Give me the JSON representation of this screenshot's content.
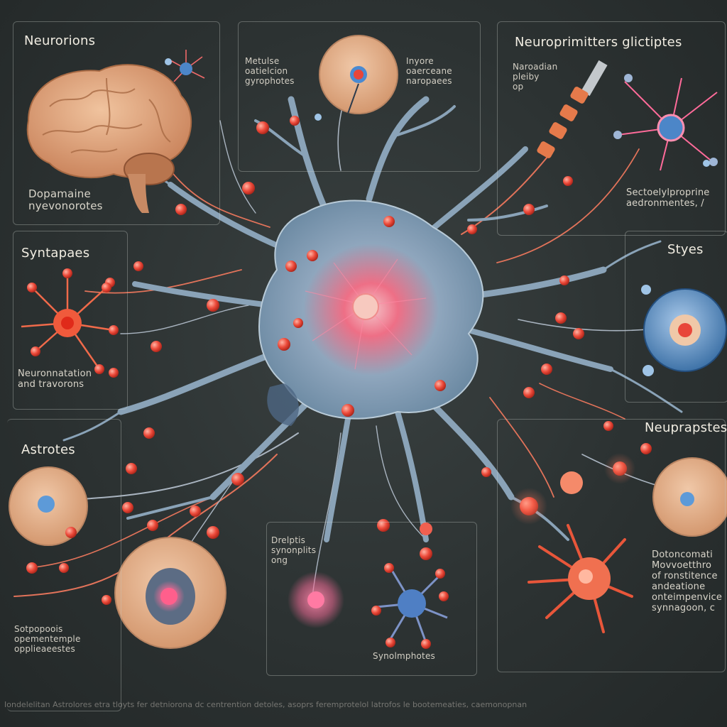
{
  "labels": {
    "neurorions": "Neurorions",
    "dopamine": "Dopamaine\nnyevonorotes",
    "synapses": "Syntapaes",
    "neuro_arrangements": "Neuronnatation\nand travorons",
    "astrotes": "Astrotes",
    "serotonin_left": "Sotpopoois\nopementemple\nopplieaeestes",
    "center_top_left": "Metulse\noatielcion\ngyrophotes",
    "center_top_right": "Inyore\noaerceane\nnaropaees",
    "neurotransmitters": "Neuroprimitters glictiptes",
    "neuroplasticity": "Naroadian\npleiby\nop",
    "secretory": "Sectoelylproprine\naedronmentes, /",
    "styes": "Styes",
    "neuprapstes": "Neuprapstes",
    "dendrites": "Drelptis\nsynonplits\nong",
    "synophotes": "Synolmphotes",
    "right_bottom": "Dotoncomati\nMovvoetthro\nof ronstitence\nandeatione\nonteimpenvice\nsynnagoon, c"
  },
  "footer": "Iondelelitan Astrolores etra tloyts fer detniorona dc centrention detoles, asoprs feremprotelol latrofos le bootemeaties, caemonopnan",
  "colors": {
    "background": "#2c3232",
    "neuron_body": "#7f9fb6",
    "neuron_core": "#ee6f86",
    "synapse_node": "#e8463a",
    "tissue_disc": "#e4b08f",
    "brain": "#dca07a",
    "label_text": "#e9e6dc"
  },
  "icons": [
    "brain-icon",
    "neuron-icon",
    "synapse-node-icon",
    "tissue-disc-icon",
    "electrode-icon",
    "astrocyte-icon"
  ]
}
